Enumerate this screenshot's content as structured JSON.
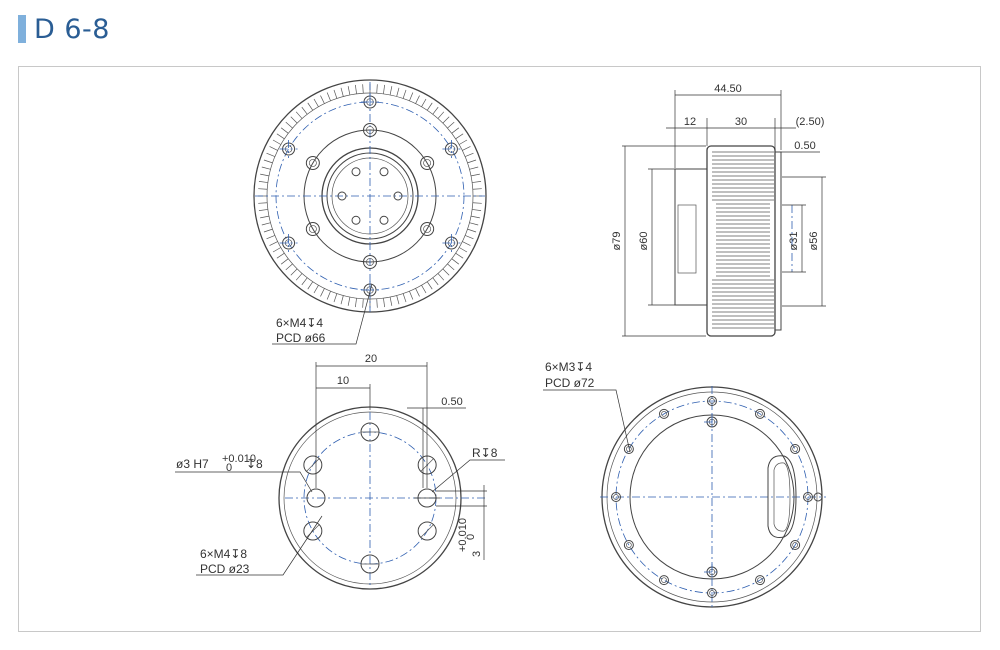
{
  "header": {
    "title": "D 6-8",
    "accent_color": "#7fb0dc",
    "title_color": "#2a5d94"
  },
  "views": {
    "front": {
      "callout_line1": "6×M4↧4",
      "callout_line2": "PCD ø66"
    },
    "side": {
      "dims": {
        "overall_length": "44.50",
        "front_len": "12",
        "body_len": "30",
        "flange_offset": "(2.50)",
        "step": "0.50",
        "dia_79": "ø79",
        "dia_60": "ø60",
        "dia_31": "ø31",
        "dia_56": "ø56"
      }
    },
    "output": {
      "dim_20": "20",
      "dim_10": "10",
      "dim_050": "0.50",
      "pin_prefix": "ø3 H7",
      "tol_upper": "+0.010",
      "tol_lower": "0",
      "pin_depth": "↧8",
      "slot": "R↧8",
      "callout_line1": "6×M4↧8",
      "callout_line2": "PCD ø23",
      "slot_width": "3",
      "slot_tol_upper": "+0.010",
      "slot_tol_lower": "0"
    },
    "rear": {
      "callout_line1": "6×M3↧4",
      "callout_line2": "PCD ø72"
    }
  },
  "colors": {
    "line": "#444444",
    "centerline": "#2f5fb0",
    "frame": "#c8c8c8"
  }
}
